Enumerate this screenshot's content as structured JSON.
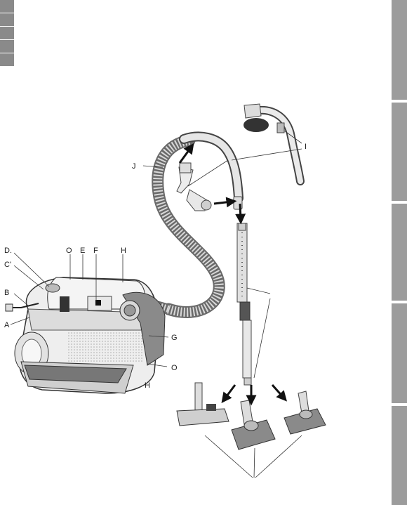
{
  "labels": {
    "a": "A",
    "b": "B",
    "c": "C'",
    "d": "D.",
    "e": "E",
    "f": "F",
    "g": "G",
    "h": "H",
    "i": "I",
    "j": "J",
    "o1": "O",
    "o2": "O",
    "h2": "H"
  },
  "colors": {
    "tab": "#9c9c9c",
    "swatch": "#8a8a8a",
    "line": "#333333",
    "body_light": "#e8e8e8",
    "body_mid": "#cfcfcf",
    "body_dark": "#7a7a7a",
    "arrow": "#111111"
  }
}
